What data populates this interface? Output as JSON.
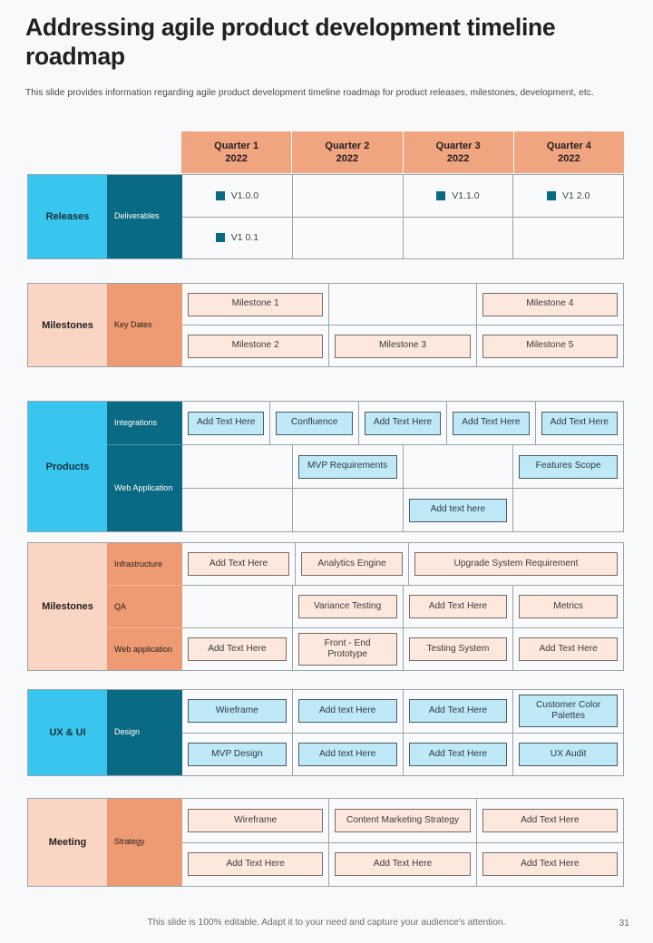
{
  "header": {
    "title": "Addressing agile product development timeline roadmap",
    "subtitle": "This slide provides information regarding agile product development timeline roadmap for product releases, milestones, development, etc."
  },
  "colors": {
    "accent_cyan": "#38c6ef",
    "accent_teal": "#0b6a83",
    "accent_orange": "#ee9a72",
    "accent_peach": "#fad5c3",
    "quarter_header": "#f0a480",
    "chip_blue": "#bfe9f7",
    "chip_peach": "#fde8dd",
    "page_bg": "#f7f9fb"
  },
  "quarters": [
    {
      "name": "Quarter 1",
      "year": "2022"
    },
    {
      "name": "Quarter 2",
      "year": "2022"
    },
    {
      "name": "Quarter 3",
      "year": "2022"
    },
    {
      "name": "Quarter 4",
      "year": "2022"
    }
  ],
  "bands": {
    "releases": {
      "label": "Releases",
      "sublabel": "Deliverables",
      "rows": [
        [
          "V1.0.0",
          "",
          "V1.1.0",
          "V1 2.0"
        ],
        [
          "V1 0.1",
          "",
          "",
          ""
        ]
      ]
    },
    "milestones_key_dates": {
      "label": "Milestones",
      "sublabel": "Key Dates",
      "rows": [
        [
          "Milestone 1",
          "",
          "Milestone 4"
        ],
        [
          "Milestone 2",
          "Milestone 3",
          "Milestone 5"
        ]
      ]
    },
    "products": {
      "label": "Products",
      "sublabels": [
        "Integrations",
        "Web Application"
      ],
      "row1": [
        "Add Text Here",
        "Confluence",
        "Add Text Here",
        "Add Text Here",
        "Add Text Here"
      ],
      "row2": [
        "",
        "MVP Requirements",
        "",
        "Features Scope"
      ],
      "row3": [
        "",
        "",
        "Add text here",
        ""
      ]
    },
    "milestones_dev": {
      "label": "Milestones",
      "sublabels": [
        "Infrastructure",
        "QA",
        "Web application"
      ],
      "row1": [
        "Add Text Here",
        "Analytics Engine",
        "Upgrade System Requirement"
      ],
      "row2": [
        "",
        "Variance Testing",
        "Add Text Here",
        "Metrics"
      ],
      "row3": [
        "Add Text Here",
        "Front - End Prototype",
        "Testing System",
        "Add Text Here"
      ]
    },
    "ux_ui": {
      "label": "UX & UI",
      "sublabel": "Design",
      "rows": [
        [
          "Wireframe",
          "Add text Here",
          "Add Text Here",
          "Customer Color Palettes"
        ],
        [
          "MVP Design",
          "Add text Here",
          "Add Text Here",
          "UX Audit"
        ]
      ]
    },
    "meeting": {
      "label": "Meeting",
      "sublabel": "Strategy",
      "rows": [
        [
          "Wireframe",
          "Content Marketing Strategy",
          "Add Text Here"
        ],
        [
          "Add Text Here",
          "Add Text Here",
          "Add Text Here"
        ]
      ]
    }
  },
  "footer": {
    "note": "This slide is 100% editable. Adapt it to your need and capture your audience's attention.",
    "page_number": "31"
  }
}
